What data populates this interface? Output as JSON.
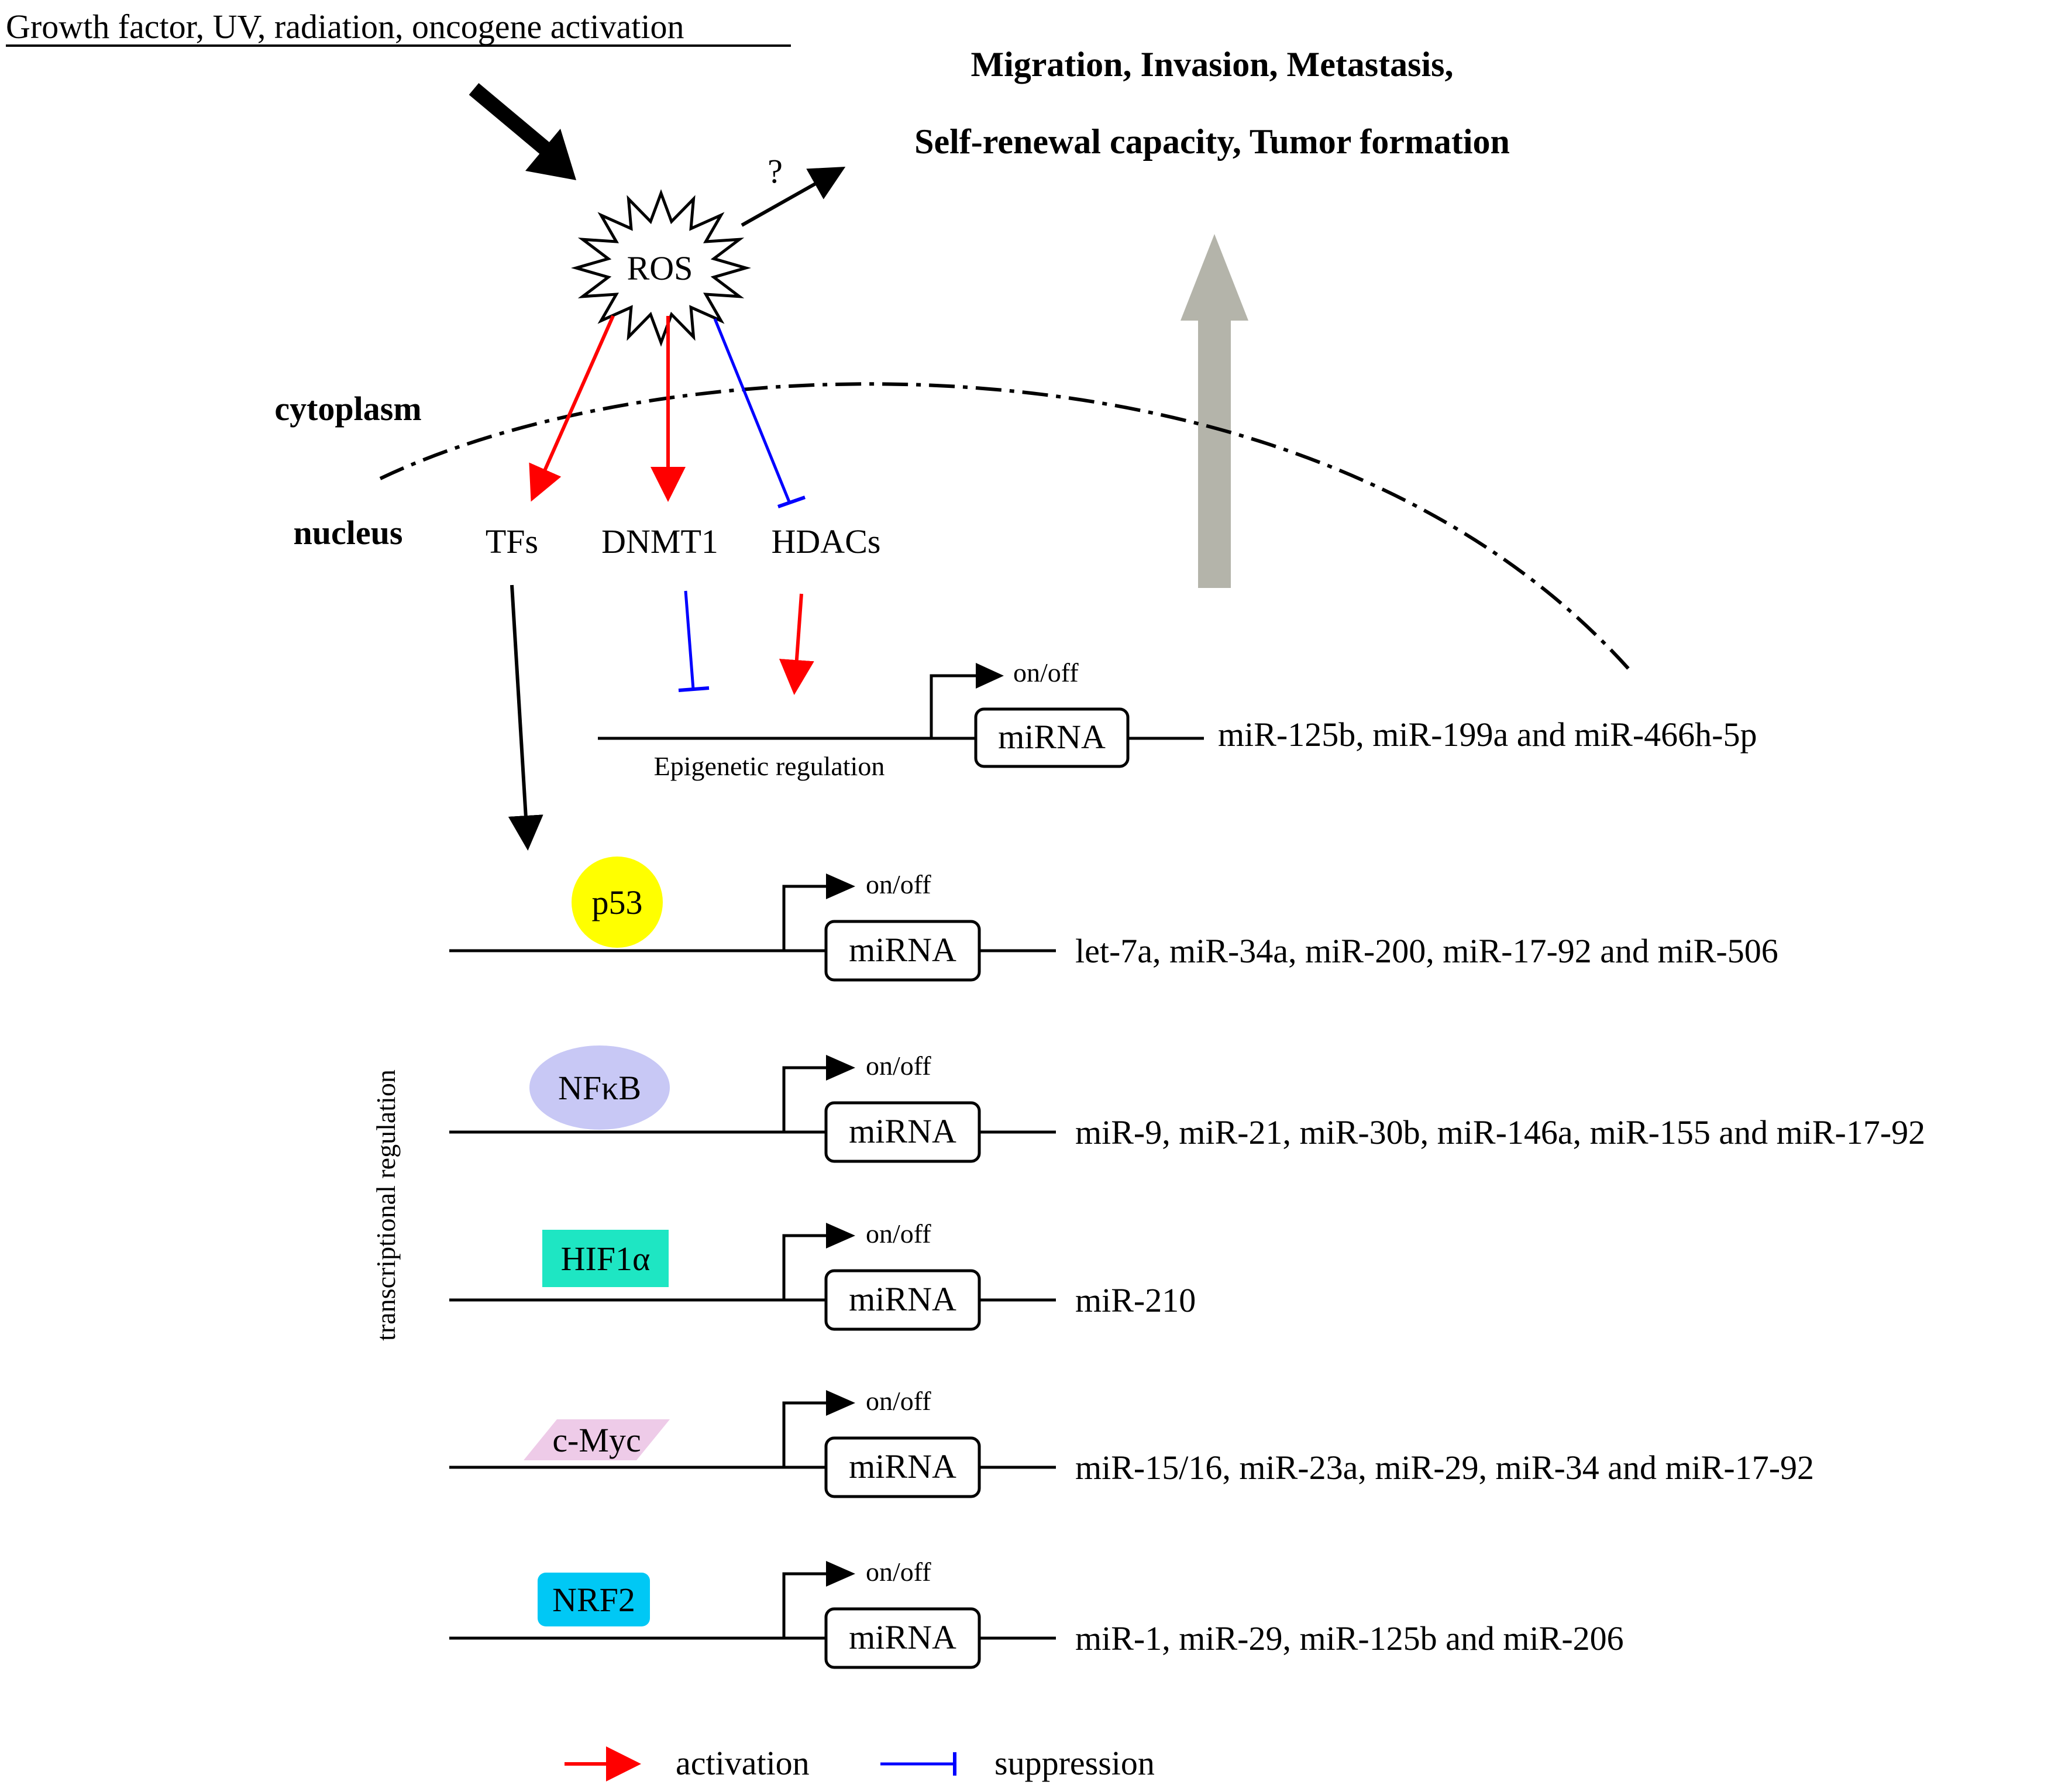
{
  "stimulus": "Growth factor, UV, radiation, oncogene activation",
  "outcomes": {
    "line1": "Migration, Invasion, Metastasis,",
    "line2": "Self-renewal capacity, Tumor formation"
  },
  "ros_label": "ROS",
  "question_mark": "?",
  "compartments": {
    "cytoplasm": "cytoplasm",
    "nucleus": "nucleus"
  },
  "regulators": {
    "tfs": "TFs",
    "dnmt1": "DNMT1",
    "hdacs": "HDACs"
  },
  "epigenetic": {
    "label": "Epigenetic regulation",
    "switch_label": "on/off",
    "box_label": "miRNA",
    "targets": "miR-125b, miR-199a and miR-466h-5p"
  },
  "transcriptional_label": "transcriptional regulation",
  "tf_rows": [
    {
      "factor": "p53",
      "switch_label": "on/off",
      "box_label": "miRNA",
      "targets": "let-7a, miR-34a, miR-200, miR-17-92 and miR-506",
      "color": "#ffff00",
      "shape": "circle"
    },
    {
      "factor": "NFκB",
      "switch_label": "on/off",
      "box_label": "miRNA",
      "targets": "miR-9, miR-21, miR-30b, miR-146a, miR-155 and miR-17-92",
      "color": "#c8c8f5",
      "shape": "ellipse"
    },
    {
      "factor": "HIF1α",
      "switch_label": "on/off",
      "box_label": "miRNA",
      "targets": "miR-210",
      "color": "#1ee6c3",
      "shape": "rectangle"
    },
    {
      "factor": "c-Myc",
      "switch_label": "on/off",
      "box_label": "miRNA",
      "targets": "miR-15/16, miR-23a, miR-29, miR-34 and miR-17-92",
      "color": "#eecbe8",
      "shape": "parallelogram"
    },
    {
      "factor": "NRF2",
      "switch_label": "on/off",
      "box_label": "miRNA",
      "targets": "miR-1, miR-29, miR-125b and miR-206",
      "color": "#00c8f5",
      "shape": "rounded-rectangle"
    }
  ],
  "legend": {
    "activation": "activation",
    "suppression": "suppression",
    "activation_color": "#ff0000",
    "suppression_color": "#0000ff"
  },
  "colors": {
    "up_arrow": "#b4b4aa"
  }
}
